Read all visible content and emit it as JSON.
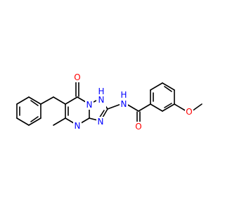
{
  "structure": {
    "labels": {
      "oxygen_keto": "O",
      "n1_h": "H",
      "n1": "N",
      "n_bridge": "N",
      "n_pyrimidine": "N",
      "n_triazole": "N",
      "amide_nh": "N",
      "amide_h": "H",
      "amide_o": "O",
      "methoxy_o": "O"
    },
    "colors": {
      "bond": "#000000",
      "nitrogen": "#0000ff",
      "oxygen": "#ff0000",
      "carbon": "#000000"
    }
  }
}
